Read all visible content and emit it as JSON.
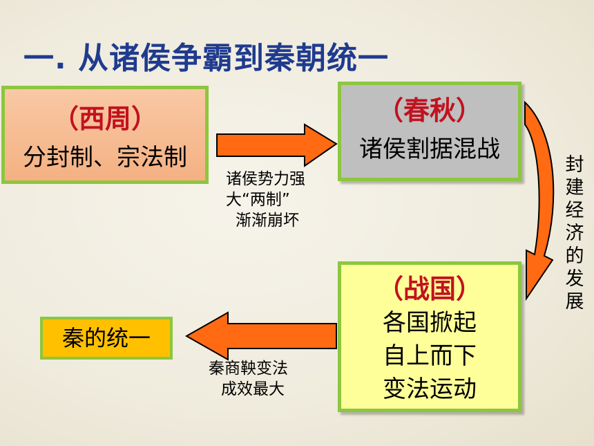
{
  "title": "一. 从诸侯争霸到秦朝统一",
  "nodes": {
    "xizhou": {
      "head": "（西周）",
      "body": "分封制、宗法制"
    },
    "chunqiu": {
      "head": "（春秋）",
      "body": "诸侯割据混战"
    },
    "zhanguo": {
      "head": "（战国）",
      "lines": [
        "各国掀起",
        "自上而下",
        "变法运动"
      ]
    },
    "qin": {
      "body": "秦的统一"
    }
  },
  "edges": {
    "xizhou_to_chunqiu": {
      "lines": [
        "诸侯势力强",
        "大“两制”",
        "渐渐崩坏"
      ]
    },
    "chunqiu_to_zhanguo": {
      "label": "封建经济的发展"
    },
    "zhanguo_to_qin": {
      "lines": [
        "秦商鞅变法",
        "成效最大"
      ]
    }
  },
  "colors": {
    "title": "#1f3b8f",
    "box_border": "#8dc63f",
    "head_text": "#c1121f",
    "arrow_fill": "#ff6a13",
    "arrow_border": "#000000",
    "xizhou_fill": "#f4b183",
    "chunqiu_fill": "#bfbfbf",
    "zhanguo_fill": "#ffff99",
    "qin_fill": "#ffc000"
  }
}
